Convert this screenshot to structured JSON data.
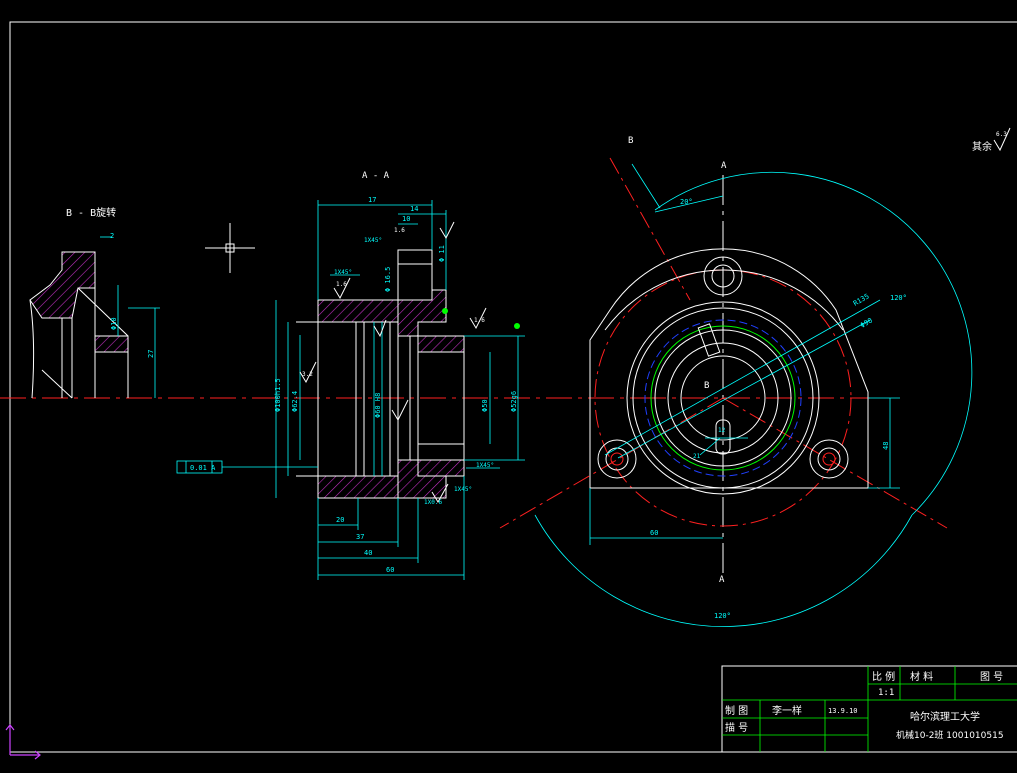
{
  "views": {
    "section_aa_title": "A - A",
    "section_bb_title": "B - B旋转",
    "label_a_top": "A",
    "label_a_bottom": "A",
    "label_b": "B",
    "label_b_inner": "B",
    "remaining_roughness": "其余",
    "roughness_value": "6.3"
  },
  "dimensions": {
    "aa_top": "17",
    "aa_top2": "14",
    "aa_top3": "10",
    "aa_d11": "Φ 11",
    "aa_d165": "Φ 16.5",
    "aa_d100": "Φ100h1.5",
    "aa_d62": "Φ62.4",
    "aa_d60": "Φ60 H8",
    "aa_d52": "Φ52g6",
    "aa_d50": "Φ50",
    "aa_chamfer1": "1X45°",
    "aa_chamfer2": "1X45°",
    "aa_chamfer3": "1X45°",
    "aa_chamfer4": "1X0.6",
    "aa_chamfer5": "1X45°",
    "aa_rough1": "1.6",
    "aa_rough2": "1.6",
    "aa_rough3": "3.2",
    "aa_rough4": "1.6",
    "aa_bot1": "20",
    "aa_bot2": "37",
    "aa_bot3": "40",
    "aa_bot4": "60",
    "tolerance_frame": "0.01 A",
    "bb_dim1": "Φ10",
    "bb_dim2": "27",
    "bb_dim3": "2",
    "front_r135": "R135",
    "front_d90": "Φ90",
    "front_angle20": "20°",
    "front_angle120a": "120°",
    "front_angle120b": "120°",
    "front_48": "48",
    "front_dim_bot": "60",
    "front_small": "21",
    "front_12": "12"
  },
  "title_block": {
    "scale_header": "比 例",
    "material_header": "材 料",
    "drawing_no_header": "图 号",
    "scale_value": "1:1",
    "drawn_label": "制 图",
    "checked_label": "描 号",
    "drawer_name": "李一样",
    "date": "13.9.10",
    "school": "哈尔滨理工大学",
    "class_info": "机械10-2班  1001010515"
  },
  "colors": {
    "geometry": "#ffffff",
    "dimension": "#00ffff",
    "centerline": "#ff2020",
    "hatch": "#c030c0",
    "border": "#ffffff",
    "titleblock_grid": "#00ff00",
    "green_arc": "#00ff00",
    "blue_arc": "#2040ff",
    "marker_yellow": "#ffff00"
  }
}
